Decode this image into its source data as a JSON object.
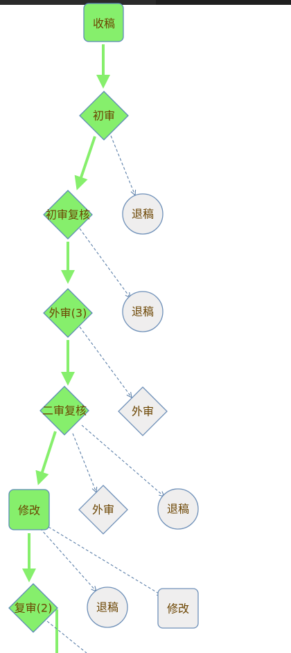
{
  "colors": {
    "active_fill": "#86ef6c",
    "active_stroke": "#5b8ab5",
    "inactive_fill": "#efeeee",
    "inactive_stroke": "#6d8fb8",
    "main_arrow": "#86ef6c",
    "branch_arrow": "#5a7ea8",
    "label_text": "#6b4400",
    "top_bar": "#1f1f1f"
  },
  "nodes": [
    {
      "id": "shougao",
      "label": "收稿",
      "shape": "rounded-rect",
      "state": "active"
    },
    {
      "id": "chushen",
      "label": "初审",
      "shape": "diamond",
      "state": "active"
    },
    {
      "id": "tuigao-1",
      "label": "退稿",
      "shape": "circle",
      "state": "inactive"
    },
    {
      "id": "chushen-fuhe",
      "label": "初审复核",
      "shape": "diamond",
      "state": "active"
    },
    {
      "id": "tuigao-2",
      "label": "退稿",
      "shape": "circle",
      "state": "inactive"
    },
    {
      "id": "waishen-3",
      "label": "外审(3)",
      "shape": "diamond",
      "state": "active"
    },
    {
      "id": "waishen-b1",
      "label": "外审",
      "shape": "diamond",
      "state": "inactive"
    },
    {
      "id": "ershen-fuhe",
      "label": "二审复核",
      "shape": "diamond",
      "state": "active"
    },
    {
      "id": "waishen-b2",
      "label": "外审",
      "shape": "diamond",
      "state": "inactive"
    },
    {
      "id": "tuigao-3",
      "label": "退稿",
      "shape": "circle",
      "state": "inactive"
    },
    {
      "id": "xiugai",
      "label": "修改",
      "shape": "rounded-rect",
      "state": "active"
    },
    {
      "id": "tuigao-4",
      "label": "退稿",
      "shape": "circle",
      "state": "inactive"
    },
    {
      "id": "xiugai-b",
      "label": "修改",
      "shape": "rounded-rect",
      "state": "inactive"
    },
    {
      "id": "fushen-2",
      "label": "复审(2)",
      "shape": "diamond",
      "state": "active"
    }
  ]
}
